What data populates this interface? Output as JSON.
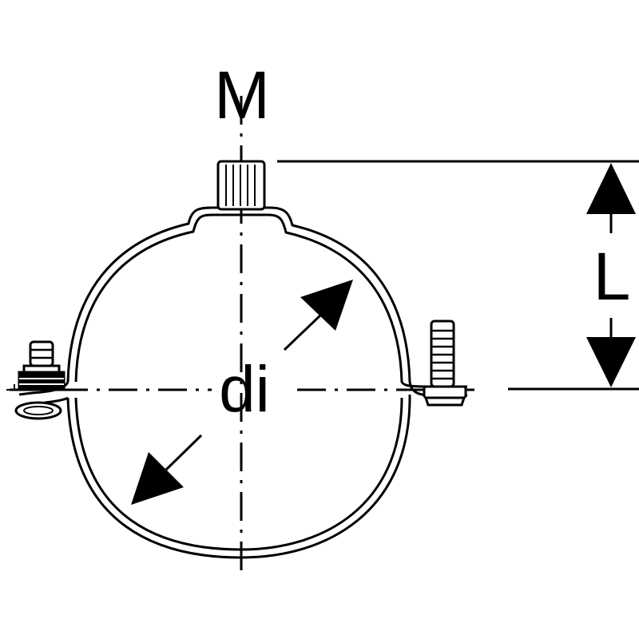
{
  "labels": {
    "thread": "M",
    "length": "L",
    "inner_diameter": "di"
  },
  "colors": {
    "line": "#000000",
    "background": "#ffffff"
  }
}
